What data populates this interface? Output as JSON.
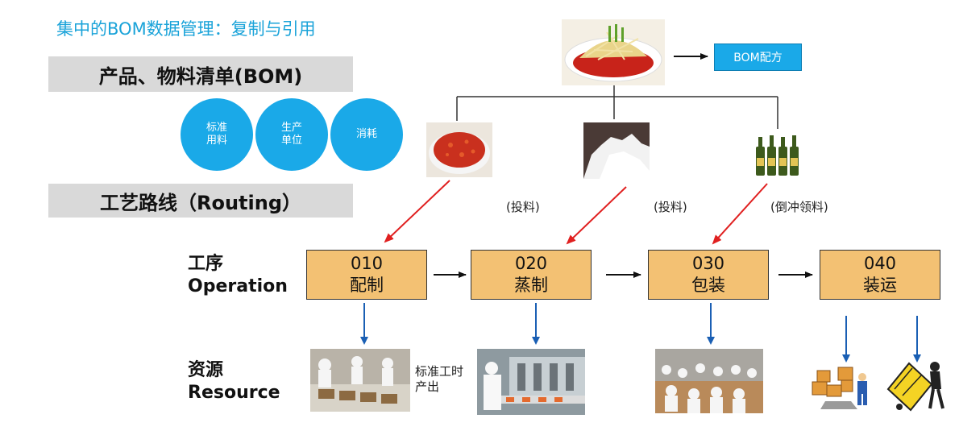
{
  "title": "集中的BOM数据管理：复制与引用",
  "bom_bar": "产品、物料清单(BOM)",
  "routing_bar": "工艺路线（Routing）",
  "bom_circles": [
    {
      "line1": "标准",
      "line2": "用料"
    },
    {
      "line1": "生产",
      "line2": "单位"
    },
    {
      "line1": "消耗",
      "line2": ""
    }
  ],
  "bom_tag": "BOM配方",
  "feed_notes": [
    "(投料)",
    "(投料)",
    "(倒冲领料)"
  ],
  "operation_label": {
    "line1": "工序",
    "line2": "Operation"
  },
  "resource_label": {
    "line1": "资源",
    "line2": "Resource"
  },
  "operations": [
    {
      "code": "010",
      "name": "配制"
    },
    {
      "code": "020",
      "name": "蒸制"
    },
    {
      "code": "030",
      "name": "包装"
    },
    {
      "code": "040",
      "name": "装运"
    }
  ],
  "std_time_note": {
    "line1": "标准工时",
    "line2": "产出"
  },
  "colors": {
    "accent": "#1aa9e8",
    "step_fill": "#f3c173",
    "red_arrow": "#e02020",
    "blue_arrow": "#1a5fb4"
  }
}
